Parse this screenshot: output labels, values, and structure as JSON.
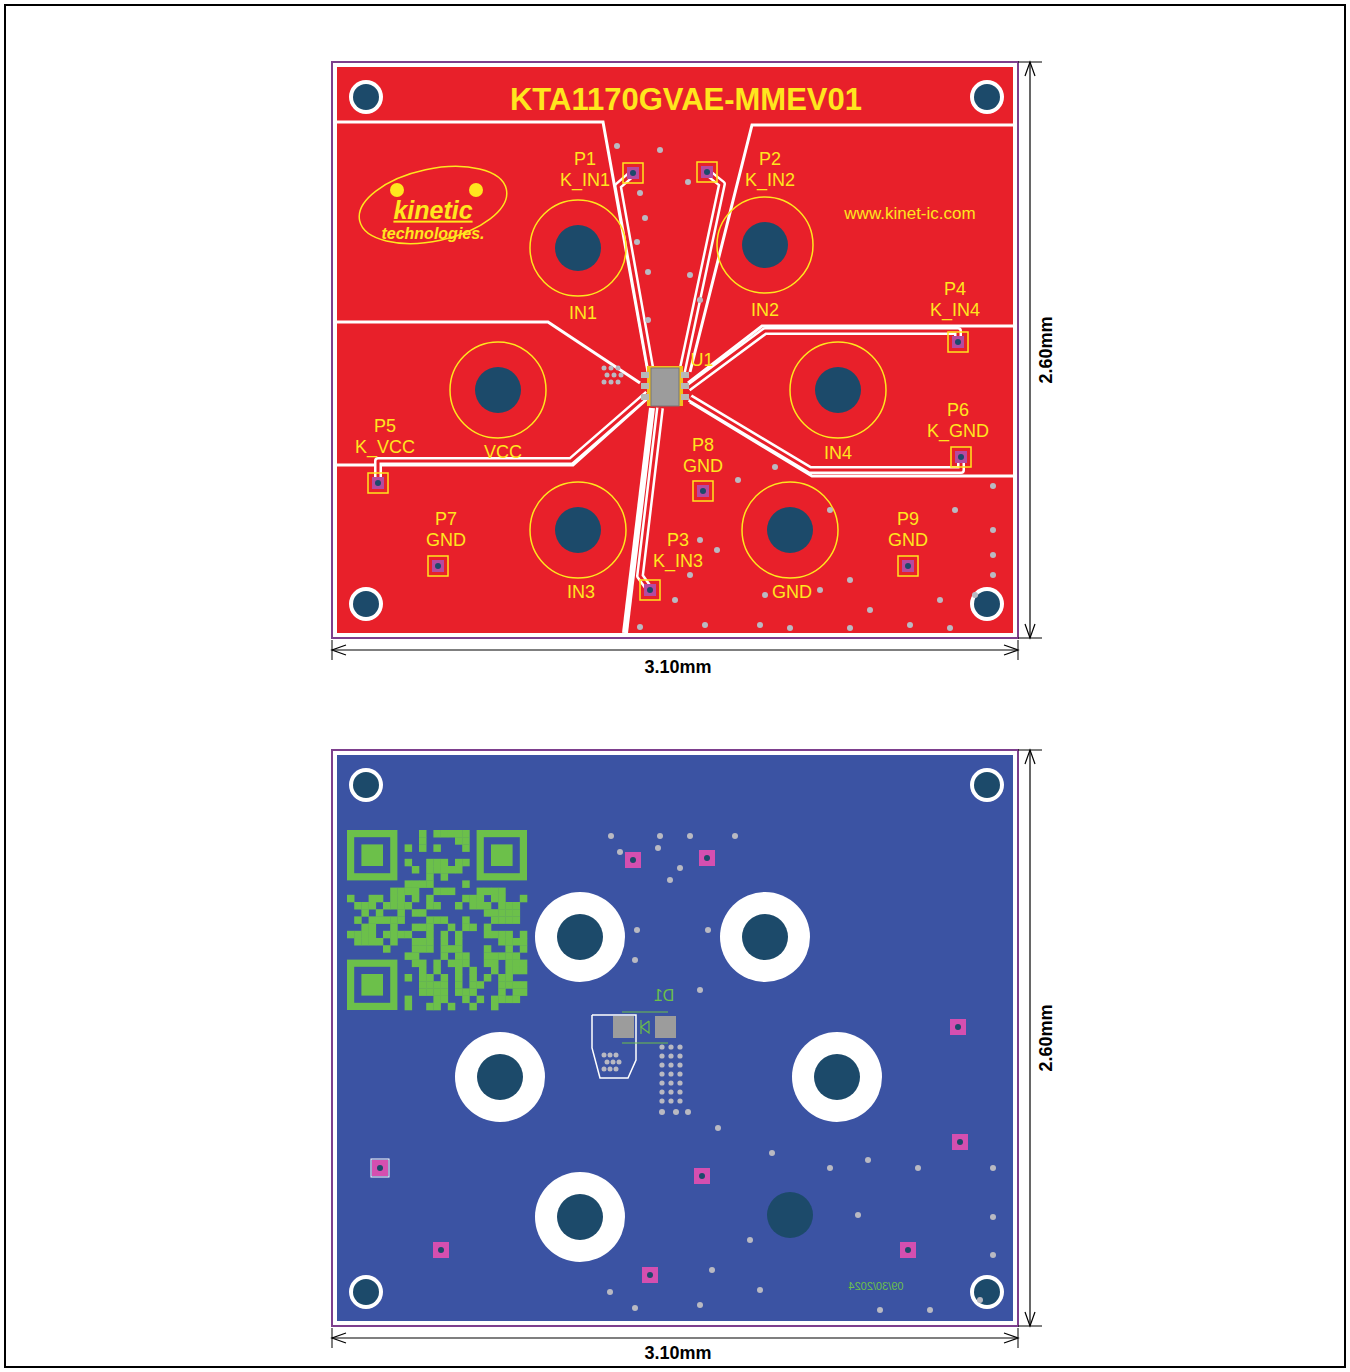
{
  "diagram": {
    "title": "KTA1170GVAE-MMEV01",
    "nodes": [
      {
        "text": [
          "P1",
          "K_IN1"
        ]
      },
      {
        "text": [
          "P2",
          "K_IN2"
        ]
      },
      {
        "text": [
          "IN1"
        ]
      },
      {
        "text": [
          "IN2"
        ]
      },
      {
        "text": [
          "P4",
          "K_IN4"
        ]
      },
      {
        "text": [
          "VCC"
        ]
      },
      {
        "text": [
          "IN4"
        ]
      },
      {
        "text": [
          "P6",
          "K_GND"
        ]
      },
      {
        "text": [
          "P5",
          "K_VCC"
        ]
      },
      {
        "text": [
          "P8",
          "GND"
        ]
      },
      {
        "text": [
          "P7",
          "GND"
        ]
      },
      {
        "text": [
          "IN3"
        ]
      },
      {
        "text": [
          "GND"
        ]
      },
      {
        "text": [
          "P9",
          "GND"
        ]
      },
      {
        "text": [
          "P3",
          "K_IN3"
        ]
      }
    ],
    "labels": [
      "kinetic",
      "technologies.",
      "www.kinet-ic.com",
      "U1",
      "2.60mm",
      "3.10mm",
      "D1",
      "09/30/2024",
      "2.60mm",
      "3.10mm"
    ]
  }
}
